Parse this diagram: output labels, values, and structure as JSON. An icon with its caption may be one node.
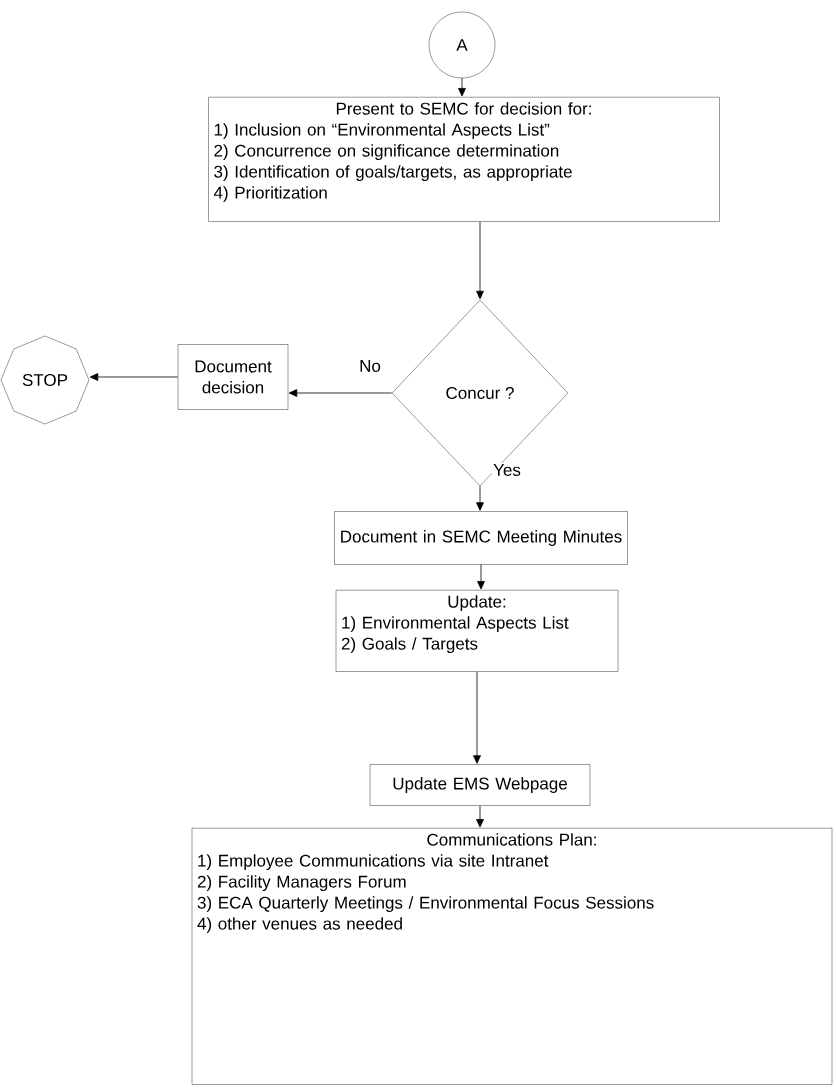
{
  "diagram": {
    "nodes": [
      {
        "text": [
          "A"
        ]
      },
      {
        "text": [
          "Present to SEMC for decision for:",
          "1) Inclusion on “Environmental Aspects List”",
          "2) Concurrence on significance determination",
          "3) Identification of goals/targets, as appropriate",
          "4) Prioritization"
        ]
      },
      {
        "text": [
          "Concur ?"
        ]
      },
      {
        "text": [
          "Document decision"
        ]
      },
      {
        "text": [
          "STOP"
        ]
      },
      {
        "text": [
          "Document in SEMC Meeting Minutes"
        ]
      },
      {
        "text": [
          "Update:",
          "1) Environmental Aspects List",
          "2) Goals / Targets"
        ]
      },
      {
        "text": [
          "Update EMS Webpage"
        ]
      },
      {
        "text": [
          "Communications Plan:",
          "1) Employee Communications via site Intranet",
          "2) Facility Managers Forum",
          "3) ECA Quarterly Meetings / Environmental Focus Sessions",
          "4) other venues as needed"
        ]
      }
    ],
    "edges": [
      {
        "from": 0,
        "to": 1,
        "arrow": "to"
      },
      {
        "from": 1,
        "to": 2,
        "arrow": "to"
      },
      {
        "from": 2,
        "to": 3,
        "arrow": "to",
        "label": "No"
      },
      {
        "from": 3,
        "to": 4,
        "arrow": "to"
      },
      {
        "from": 2,
        "to": 5,
        "arrow": "to",
        "label": "Yes"
      },
      {
        "from": 5,
        "to": 6,
        "arrow": "to"
      },
      {
        "from": 6,
        "to": 7,
        "arrow": "to"
      },
      {
        "from": 7,
        "to": 8,
        "arrow": "to"
      }
    ]
  }
}
